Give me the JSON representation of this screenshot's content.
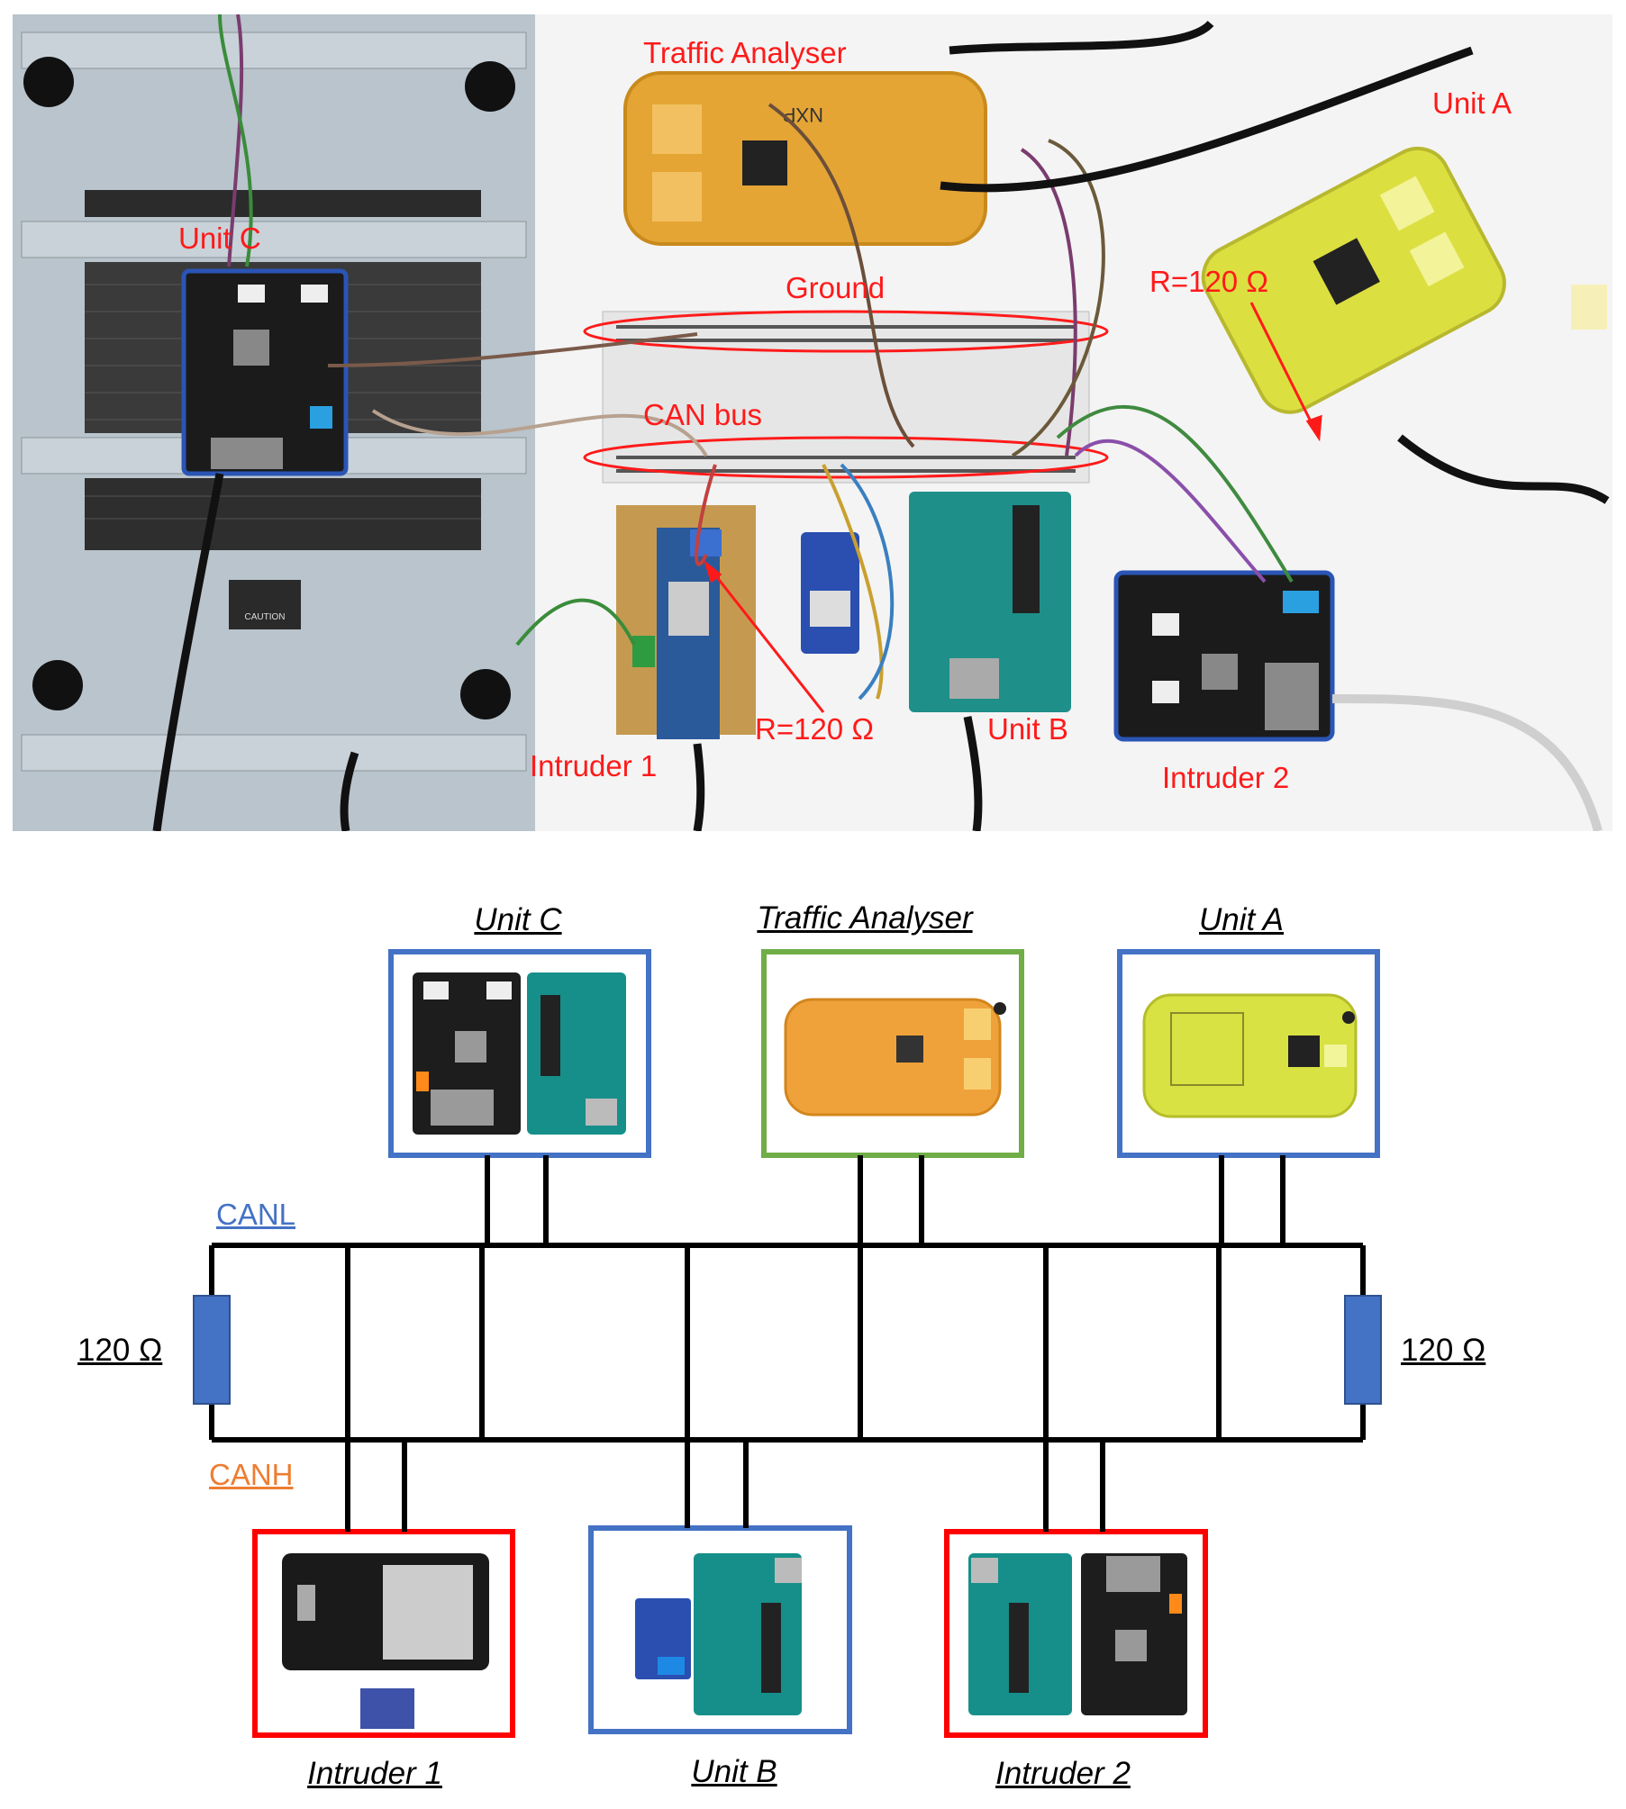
{
  "photo": {
    "labels": {
      "traffic_analyser": "Traffic Analyser",
      "unit_a": "Unit A",
      "unit_c": "Unit C",
      "ground": "Ground",
      "can_bus": "CAN bus",
      "r_unit_a": "R=120 Ω",
      "r_intruder": "R=120 Ω",
      "unit_b": "Unit B",
      "intruder_1": "Intruder 1",
      "intruder_2": "Intruder 2",
      "caution": "CAUTION",
      "nxp": "NXP"
    }
  },
  "diagram": {
    "nodes_top": {
      "unit_c": "Unit C",
      "traffic_analyser": "Traffic Analyser",
      "unit_a": "Unit A"
    },
    "nodes_bottom": {
      "intruder_1": "Intruder 1",
      "unit_b": "Unit B",
      "intruder_2": "Intruder 2"
    },
    "bus": {
      "canl": "CANL",
      "canh": "CANH",
      "canl_color": "#4472c4",
      "canh_color": "#ed7d31"
    },
    "resistors": {
      "left": "120 Ω",
      "right": "120 Ω",
      "color": "#4472c4"
    },
    "box_colors": {
      "ecu": "#4472c4",
      "analyser": "#70ad47",
      "intruder": "#ff0000"
    }
  }
}
